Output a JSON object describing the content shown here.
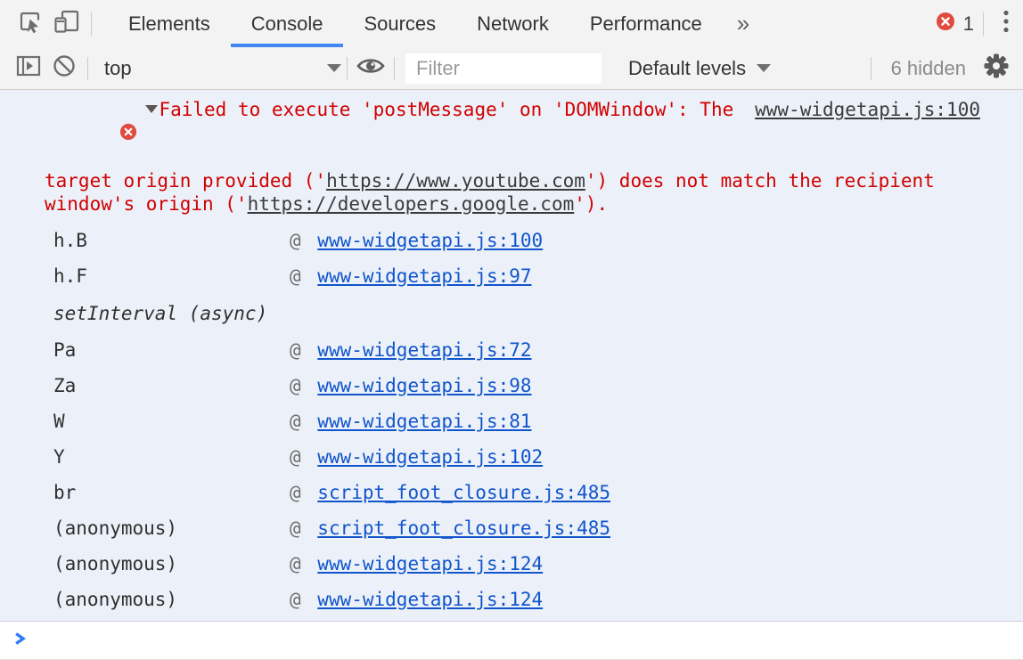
{
  "tabbar": {
    "tabs": [
      {
        "label": "Elements"
      },
      {
        "label": "Console"
      },
      {
        "label": "Sources"
      },
      {
        "label": "Network"
      },
      {
        "label": "Performance"
      }
    ],
    "active_tab": "Console",
    "overflow_glyph": "»",
    "error_badge_count": "1"
  },
  "toolbar": {
    "context_selector": {
      "value": "top"
    },
    "filter": {
      "placeholder": "Filter",
      "value": ""
    },
    "levels_dropdown": {
      "value": "Default levels"
    },
    "hidden_count_label": "6 hidden"
  },
  "console": {
    "error": {
      "line1_text": "Failed to execute 'postMessage' on 'DOMWindow': The",
      "source_link": "www-widgetapi.js:100",
      "line2_segments": [
        {
          "t": "target origin provided ('"
        },
        {
          "t": "https://www.youtube.com",
          "link": true
        },
        {
          "t": "') does not match the recipient"
        }
      ],
      "line3_segments": [
        {
          "t": "window's origin ('"
        },
        {
          "t": "https://developers.google.com",
          "link": true
        },
        {
          "t": "')."
        }
      ],
      "at_symbol": "@",
      "stack_frames": [
        {
          "fn": "h.B",
          "location": "www-widgetapi.js:100"
        },
        {
          "fn": "h.F",
          "location": "www-widgetapi.js:97"
        },
        {
          "async_label": "setInterval (async)"
        },
        {
          "fn": "Pa",
          "location": "www-widgetapi.js:72"
        },
        {
          "fn": "Za",
          "location": "www-widgetapi.js:98"
        },
        {
          "fn": "W",
          "location": "www-widgetapi.js:81"
        },
        {
          "fn": "Y",
          "location": "www-widgetapi.js:102"
        },
        {
          "fn": "br",
          "location": "script_foot_closure.js:485"
        },
        {
          "fn": "(anonymous)",
          "location": "script_foot_closure.js:485"
        },
        {
          "fn": "(anonymous)",
          "location": "www-widgetapi.js:124"
        },
        {
          "fn": "(anonymous)",
          "location": "www-widgetapi.js:124"
        }
      ]
    }
  },
  "icons": {
    "inspect": "inspect-element-icon",
    "device": "device-toolbar-icon",
    "sidebar": "console-sidebar-icon",
    "clear": "clear-console-icon",
    "eye": "eye-icon",
    "gear": "gear-icon",
    "menu": "kebab-menu-icon",
    "error_badge": "error-circle-icon",
    "prompt": "chevron-right-icon"
  },
  "colors": {
    "accent_blue": "#4285f4",
    "error_red": "#d10000",
    "link_blue": "#1155cc",
    "badge_red": "#df4b3e",
    "selected_row_bg": "#ecf1f9",
    "toolbar_bg": "#f3f3f3"
  }
}
